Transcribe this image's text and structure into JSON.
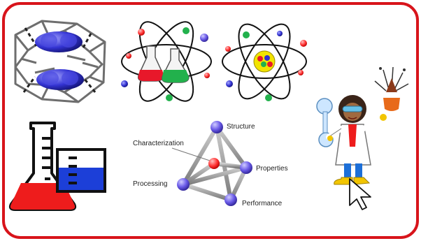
{
  "colors": {
    "frame": "#d8141b",
    "molecule_blue": "#2f2fd0",
    "flask_red": "#ee1c1c",
    "flask_green": "#22b14c",
    "beaker_blue": "#1c3fd8",
    "node_purple": "#6a5ae8",
    "node_red": "#ff4040"
  },
  "tetrahedron": {
    "labels": {
      "top": "Structure",
      "back": "Characterization",
      "right": "Properties",
      "left": "Processing",
      "bottom": "Performance"
    }
  },
  "icons": [
    "crystal-lattice-icon",
    "atom-flask-icon",
    "atom-icon",
    "scientist-icon",
    "lab-glassware-icon",
    "mouse-cursor-icon"
  ]
}
